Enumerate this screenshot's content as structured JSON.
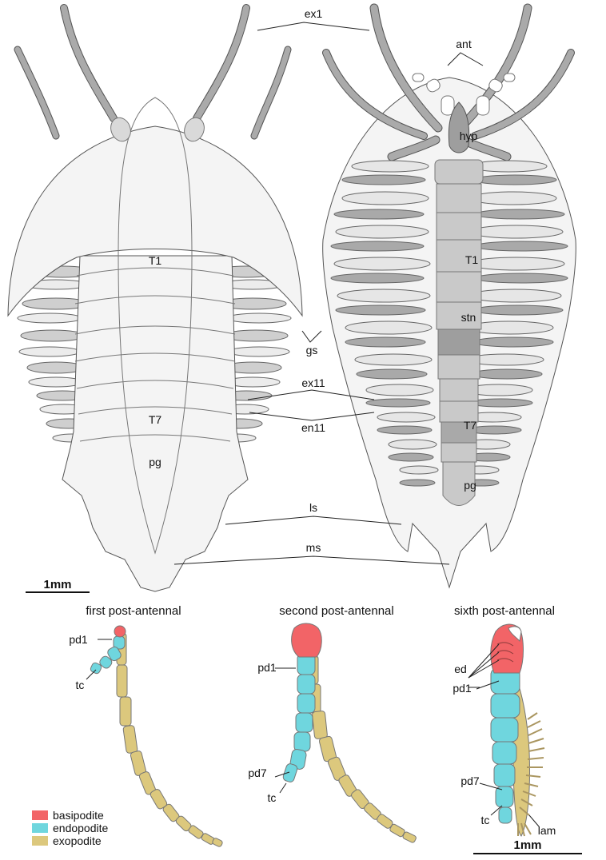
{
  "labels": {
    "ex1": "ex1",
    "ant": "ant",
    "hyp": "hyp",
    "T1_dorsal": "T1",
    "T1_ventral": "T1",
    "stn": "stn",
    "gs": "gs",
    "ex11": "ex11",
    "en11": "en11",
    "T7_dorsal": "T7",
    "T7_ventral": "T7",
    "pg_dorsal": "pg",
    "pg_ventral": "pg",
    "ls": "ls",
    "ms": "ms"
  },
  "scale_bars": {
    "top": "1mm",
    "bottom": "1mm"
  },
  "appendages": [
    {
      "title": "first post-antennal",
      "labels": [
        "pd1",
        "tc"
      ]
    },
    {
      "title": "second post-antennal",
      "labels": [
        "pd1",
        "pd7",
        "tc"
      ]
    },
    {
      "title": "sixth post-antennal",
      "labels": [
        "ed",
        "pd1",
        "pd7",
        "tc",
        "lam"
      ]
    }
  ],
  "legend": [
    {
      "label": "basipodite",
      "color": "#f26467"
    },
    {
      "label": "endopodite",
      "color": "#6fd6de"
    },
    {
      "label": "exopodite",
      "color": "#dcc87d"
    }
  ],
  "colors": {
    "body_fill": "#f4f4f4",
    "outline": "#555555",
    "dark_grey": "#a9a9a9",
    "mid_grey": "#c9c9c9",
    "light_grey": "#e6e6e6"
  }
}
